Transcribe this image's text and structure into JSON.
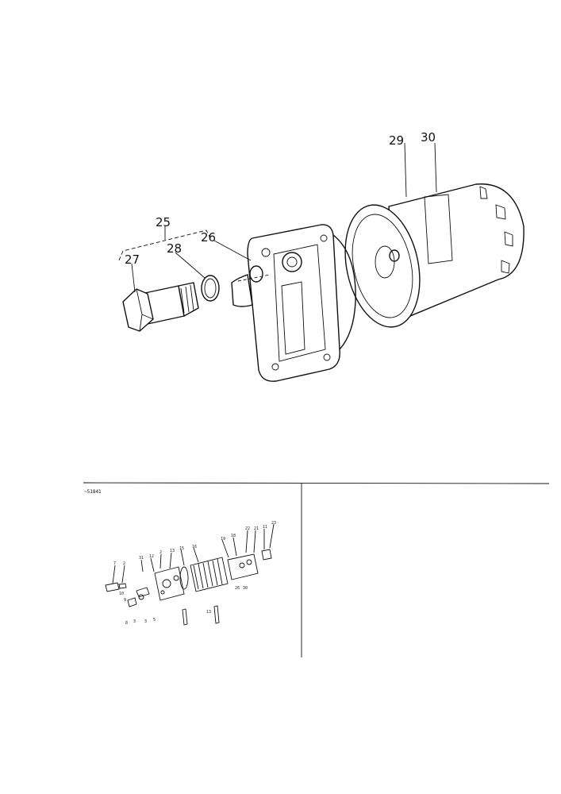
{
  "main_view": {
    "callouts": [
      {
        "id": "c25",
        "text": "25"
      },
      {
        "id": "c26",
        "text": "26"
      },
      {
        "id": "c27",
        "text": "27"
      },
      {
        "id": "c28",
        "text": "28"
      },
      {
        "id": "c29",
        "text": "29"
      },
      {
        "id": "c30",
        "text": "30"
      }
    ]
  },
  "inset": {
    "label": "~51841",
    "callouts": [
      "7",
      "2",
      "31",
      "12",
      "2",
      "13",
      "15",
      "16",
      "19",
      "18",
      "22",
      "21",
      "11",
      "23",
      "10",
      "9",
      "26",
      "30",
      "8",
      "3",
      "3",
      "5",
      "13"
    ]
  }
}
